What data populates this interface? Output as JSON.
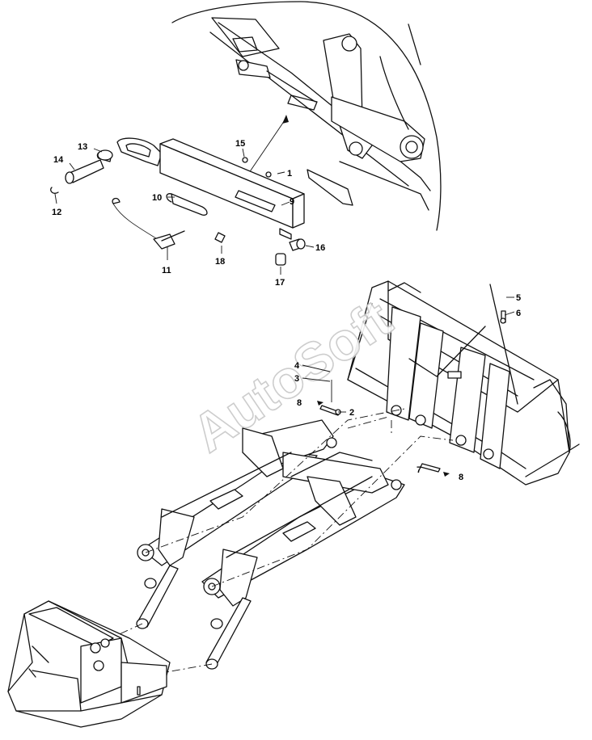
{
  "watermark": "AutoSoft",
  "callouts": {
    "c1": "1",
    "c2": "2",
    "c3": "3",
    "c4": "4",
    "c5": "5",
    "c6": "6",
    "c7": "7",
    "c8a": "8",
    "c8b": "8",
    "c9": "9",
    "c10": "10",
    "c11": "11",
    "c12": "12",
    "c13": "13",
    "c14": "14",
    "c15": "15",
    "c16": "16",
    "c17": "17",
    "c18": "18"
  }
}
